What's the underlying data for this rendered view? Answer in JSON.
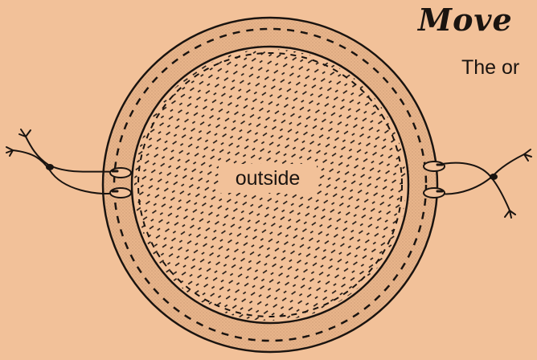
{
  "header": {
    "title": "Move",
    "subtitle": "The or"
  },
  "diagram": {
    "center_label": "outside"
  },
  "colors": {
    "background": "#f2c199",
    "ring_fill": "#e8b48a",
    "ink": "#1a1410"
  },
  "icons": [
    "left-hand-icon",
    "right-hand-icon"
  ]
}
